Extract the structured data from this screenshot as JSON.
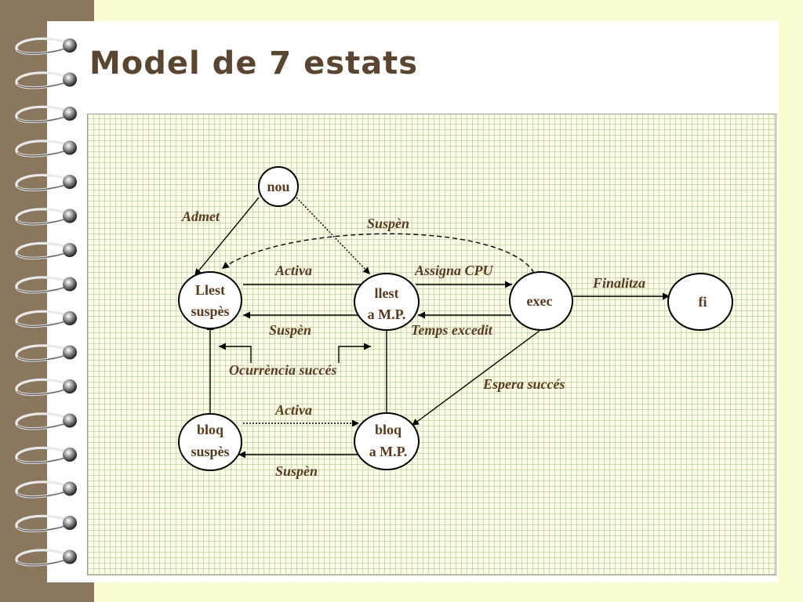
{
  "slide": {
    "title": "Model de 7 estats"
  },
  "states": {
    "nou": "nou",
    "llest_suspes_1": "Llest",
    "llest_suspes_2": "suspès",
    "llest_mp_1": "llest",
    "llest_mp_2": "a M.P.",
    "exec": "exec",
    "fi": "fi",
    "bloq_suspes_1": "bloq",
    "bloq_suspes_2": "suspès",
    "bloq_mp_1": "bloq",
    "bloq_mp_2": "a M.P."
  },
  "transitions": {
    "admet": "Admet",
    "suspen_top": "Suspèn",
    "activa_top": "Activa",
    "assigna_cpu": "Assigna CPU",
    "finalitza": "Finalitza",
    "suspen_mid": "Suspèn",
    "temps_excedit": "Temps excedit",
    "ocurrencia_succes": "Ocurrència succés",
    "espera_succes": "Espera succés",
    "activa_bottom": "Activa",
    "suspen_bottom": "Suspèn"
  },
  "colors": {
    "spine": "#8b765e",
    "background": "#fbfbd2",
    "paper": "#ffffff",
    "title_text": "#5a4530",
    "label_text": "#5a3a1e"
  }
}
